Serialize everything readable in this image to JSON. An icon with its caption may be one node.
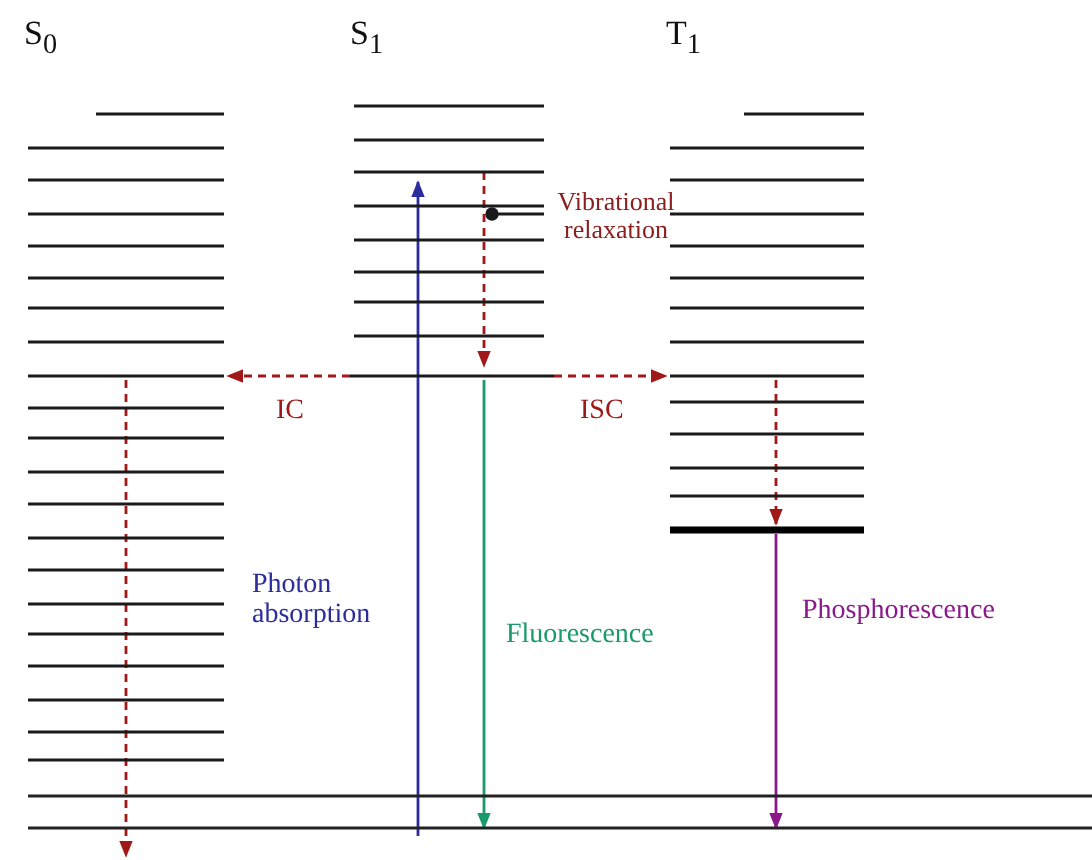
{
  "diagram": {
    "nodes": [
      {
        "text": [
          "S$_{0}$"
        ]
      },
      {
        "text": [
          "S$_{1}$"
        ]
      },
      {
        "text": [
          "T$_{1}$"
        ]
      },
      {
        "text": [],
        "shape": "bar"
      },
      {
        "text": [
          "Vibrational relaxation"
        ]
      }
    ],
    "edges": [
      {
        "from": 1,
        "to": 0,
        "arrow": "to",
        "label": "IC",
        "style": "dashed",
        "color": "#a01818"
      },
      {
        "from": 1,
        "to": 2,
        "arrow": "to",
        "label": "ISC",
        "style": "dashed",
        "color": "#a01818"
      },
      {
        "from": 3,
        "to": 1,
        "arrow": "to",
        "label": "Photon absorption",
        "color": "#2c2c9c"
      },
      {
        "from": 1,
        "to": 3,
        "arrow": "to",
        "label": "Fluorescence",
        "color": "#1a9a6a"
      },
      {
        "from": 2,
        "to": 3,
        "arrow": "to",
        "label": "Phosphorescence",
        "color": "#8a1a8a"
      },
      {
        "from": 4,
        "to": 1,
        "arrow": "other",
        "color": "#1a1a1a"
      },
      {
        "from": 0,
        "to": 3,
        "arrow": "to",
        "style": "dashed",
        "color": "#a01818"
      }
    ]
  }
}
